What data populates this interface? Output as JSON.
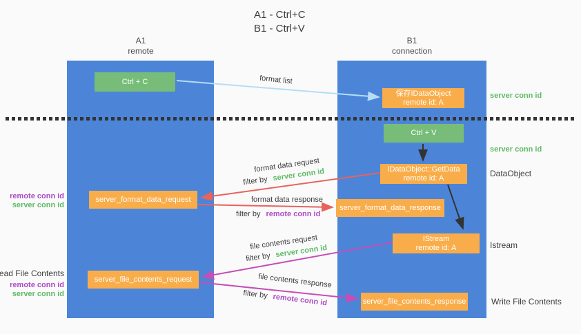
{
  "title": {
    "line1": "A1 - Ctrl+C",
    "line2": "B1 - Ctrl+V"
  },
  "columns": {
    "left": {
      "id": "A1",
      "name": "remote"
    },
    "right": {
      "id": "B1",
      "name": "connection"
    }
  },
  "nodes": {
    "ctrl_c": {
      "label": "Ctrl + C"
    },
    "save_dataobject": {
      "line1": "保存IDataObject",
      "line2": "remote id: A"
    },
    "ctrl_v": {
      "label": "Ctrl + V"
    },
    "getdata": {
      "line1": "IDataObject::GetData",
      "line2": "remote id: A"
    },
    "format_request": {
      "label": "server_format_data_request"
    },
    "format_response": {
      "label": "server_format_data_response"
    },
    "istream": {
      "line1": "IStream",
      "line2": "remote id: A"
    },
    "file_request": {
      "label": "server_file_contents_request"
    },
    "file_response": {
      "label": "server_file_contents_response"
    }
  },
  "edge_labels": {
    "format_list": "format list",
    "format_data_request": "format data request",
    "format_data_response": "format data response",
    "file_contents_request": "file contents request",
    "file_contents_response": "file contents response",
    "filter_by": "filter by",
    "server_conn_id": "server conn id",
    "remote_conn_id": "remote conn id"
  },
  "side_labels": {
    "server_conn_id_top": "server conn id",
    "server_conn_id_mid": "server conn id",
    "dataobject": "DataObject",
    "istream": "Istream",
    "write_file_contents": "Write File Contents",
    "read_file_contents": "Read File Contents",
    "format_remote_conn_id": "remote conn id",
    "format_server_conn_id": "server conn id",
    "file_remote_conn_id": "remote conn id",
    "file_server_conn_id": "server conn id"
  },
  "colors": {
    "lane-blue": "#4c85d8",
    "box-green": "#77bd79",
    "box-orange": "#f9ad4a",
    "text-dark": "#3d3d3d",
    "id-green": "#5eba66",
    "id-purple": "#ab4bc4",
    "arrow-red": "#e8635c",
    "arrow-magenta": "#c44eb6",
    "arrow-blue": "#b5ddf5",
    "arrow-black": "#333333",
    "background": "#fafafa"
  }
}
